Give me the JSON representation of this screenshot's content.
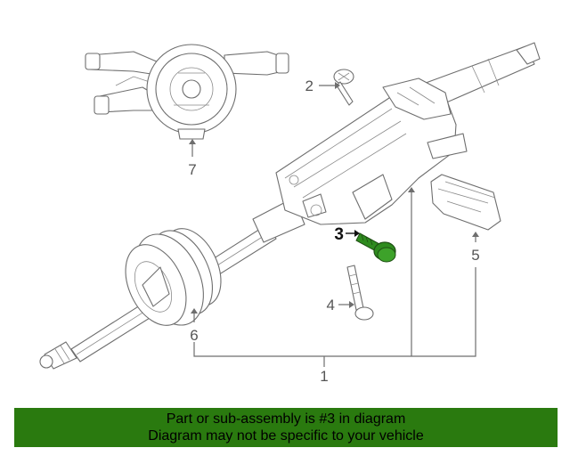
{
  "callouts": {
    "c1": "1",
    "c2": "2",
    "c3": "3",
    "c4": "4",
    "c5": "5",
    "c6": "6",
    "c7": "7"
  },
  "colors": {
    "highlight_part": "#2e8b1e",
    "banner_background": "#2a7a0f"
  },
  "banner": {
    "line1": "Part or sub-assembly is #3 in diagram",
    "line2": "Diagram may not be specific to your vehicle"
  }
}
